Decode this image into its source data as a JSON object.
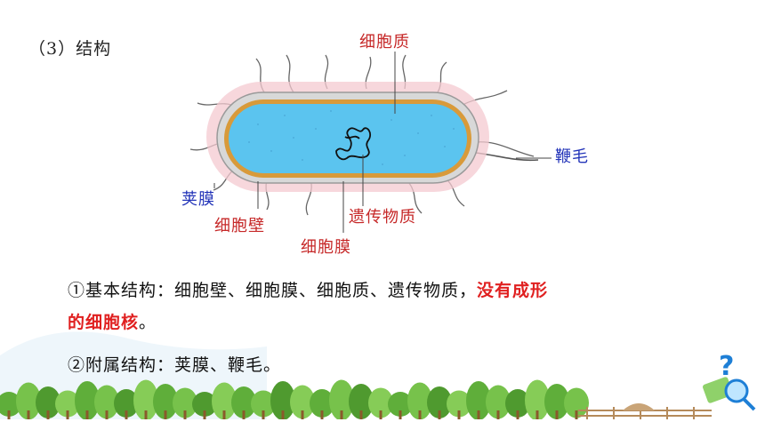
{
  "section": {
    "heading": "（3）结构"
  },
  "diagram_labels": {
    "cytoplasm": "细胞质",
    "flagellum": "鞭毛",
    "capsule": "荚膜",
    "cell_wall": "细胞壁",
    "genetic_material": "遗传物质",
    "cell_membrane": "细胞膜"
  },
  "text": {
    "basic_prefix": "①基本结构：细胞壁、细胞膜、细胞质、遗传物质，",
    "basic_emphasis_1": "没有成形",
    "basic_emphasis_2": "的细胞核",
    "basic_end": "。",
    "accessory": "②附属结构：荚膜、鞭毛。"
  },
  "colors": {
    "label_red": "#c62828",
    "label_blue": "#2233b8",
    "emphasis": "#e02020",
    "cytoplasm_fill": "#5bc4ef",
    "cell_wall": "#d89a3a",
    "capsule": "#f4c9d0"
  },
  "icons": [
    "bacterium-illustration",
    "question-magnifier-icon",
    "tree-row-decoration",
    "fence-decoration"
  ]
}
